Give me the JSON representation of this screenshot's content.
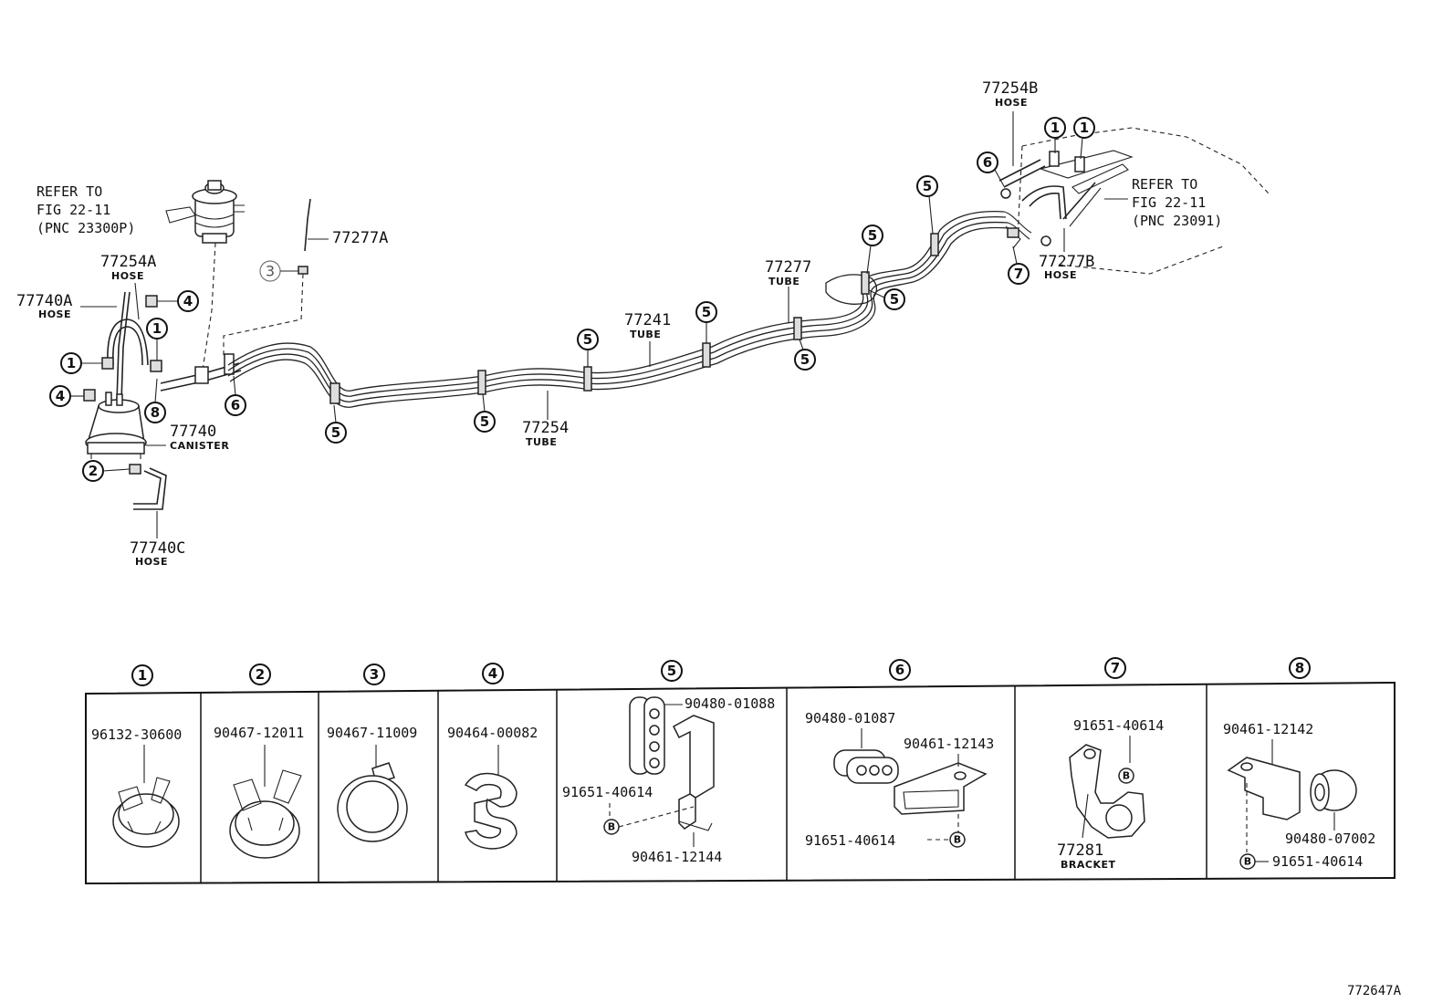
{
  "top_labels": {
    "refer_left": [
      "REFER TO",
      "FIG 22-11",
      "(PNC 23300P)"
    ],
    "refer_right": [
      "REFER TO",
      "FIG 22-11",
      "(PNC 23091)"
    ],
    "p77277A": "77277A",
    "p77254A": "77254A",
    "p77254A_sub": "HOSE",
    "p77740A": "77740A",
    "p77740A_sub": "HOSE",
    "p77740": "77740",
    "p77740_sub": "CANISTER",
    "p77740C": "77740C",
    "p77740C_sub": "HOSE",
    "p77254": "77254",
    "p77254_sub": "TUBE",
    "p77241": "77241",
    "p77241_sub": "TUBE",
    "p77277": "77277",
    "p77277_sub": "TUBE",
    "p77254B": "77254B",
    "p77254B_sub": "HOSE",
    "p77277B": "77277B",
    "p77277B_sub": "HOSE"
  },
  "callouts": [
    "1",
    "2",
    "3",
    "4",
    "5",
    "6",
    "7",
    "8"
  ],
  "detail_boxes": [
    {
      "num": "1",
      "parts": [
        "96132-30600"
      ]
    },
    {
      "num": "2",
      "parts": [
        "90467-12011"
      ]
    },
    {
      "num": "3",
      "parts": [
        "90467-11009"
      ]
    },
    {
      "num": "4",
      "parts": [
        "90464-00082"
      ]
    },
    {
      "num": "5",
      "parts": [
        "90480-01088",
        "91651-40614",
        "90461-12144"
      ]
    },
    {
      "num": "6",
      "parts": [
        "90480-01087",
        "90461-12143",
        "91651-40614"
      ]
    },
    {
      "num": "7",
      "parts": [
        "91651-40614",
        "77281"
      ],
      "sub": "BRACKET"
    },
    {
      "num": "8",
      "parts": [
        "90461-12142",
        "90480-07002",
        "91651-40614"
      ]
    }
  ],
  "bolt_marker": "B",
  "figure_id": "772647A"
}
